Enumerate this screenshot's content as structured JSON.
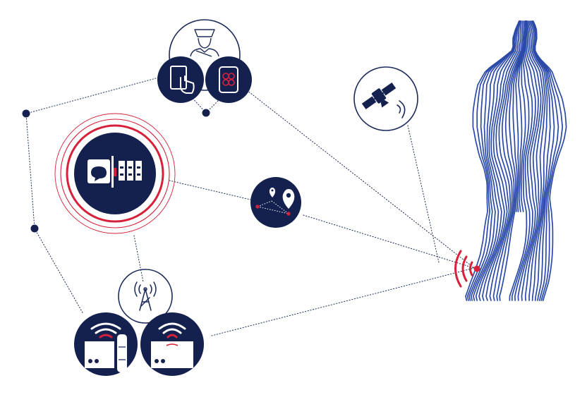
{
  "colors": {
    "navy": "#14214f",
    "accent_red": "#d7213b",
    "figure_blue": "#2b4aa8",
    "background": "#ffffff"
  },
  "nodes": [
    {
      "id": "officer",
      "icon": "police-officer-icon"
    },
    {
      "id": "tablet",
      "icon": "tablet-touch-icon"
    },
    {
      "id": "keypad",
      "icon": "keypad-device-icon"
    },
    {
      "id": "server",
      "icon": "control-server-icon"
    },
    {
      "id": "map",
      "icon": "map-location-icon"
    },
    {
      "id": "satellite",
      "icon": "satellite-icon"
    },
    {
      "id": "antenna",
      "icon": "radio-antenna-icon"
    },
    {
      "id": "receiver_handset",
      "icon": "wireless-receiver-handset-icon"
    },
    {
      "id": "receiver",
      "icon": "wireless-receiver-icon"
    },
    {
      "id": "person",
      "icon": "person-silhouette-icon"
    },
    {
      "id": "signal",
      "icon": "red-signal-icon"
    }
  ]
}
